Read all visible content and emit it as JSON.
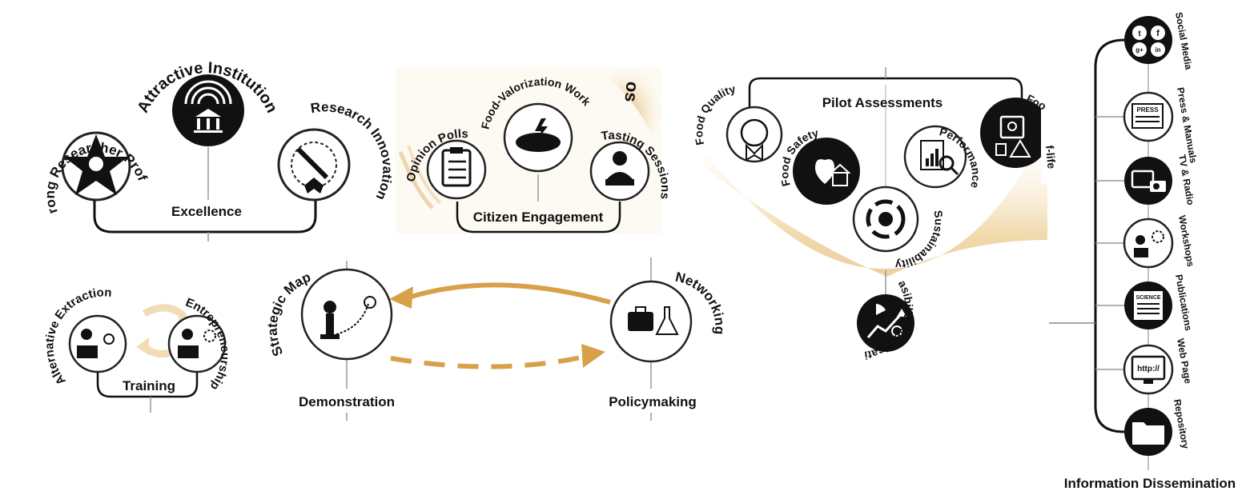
{
  "excellence": {
    "title": "Excellence",
    "nodes": [
      "Strong Researcher Profile",
      "Attractive Institution",
      "Research Innovation"
    ]
  },
  "citizen_engagement": {
    "title": "Citizen Engagement",
    "fragment": "os",
    "nodes": [
      "Opinion Polls",
      "Green Food-Valorization Workshops",
      "Tasting Sessions"
    ]
  },
  "training": {
    "title": "Training",
    "nodes": [
      "Alternative Extraction",
      "Entrepreneurship"
    ]
  },
  "demonstration": {
    "title": "Demonstration",
    "node": "Strategic Map"
  },
  "policymaking": {
    "title": "Policymaking",
    "node": "Networking"
  },
  "pilot_assessments": {
    "title": "Pilot Assessments",
    "nodes": [
      "Food Quality",
      "Food Safety",
      "Sustainability",
      "Performance",
      "Food Shelf-life"
    ],
    "food_shelf_life_visible": [
      "Foo",
      "f-life"
    ],
    "feasibility": "Feasibility Verification"
  },
  "information_dissemination": {
    "title": "Information Dissemination",
    "channels": [
      "Social Media",
      "Press & Manuals",
      "TV & Radio",
      "Workshops",
      "Publications",
      "Web Page",
      "Repository"
    ],
    "icon_text": {
      "press": "PRESS",
      "science": "SCIENCE",
      "http": "http://",
      "twitter": "t",
      "facebook": "f",
      "googleplus": "g+",
      "linkedin": "in"
    }
  },
  "colors": {
    "ink": "#111111",
    "accent": "#d9a04a",
    "accent_soft": "#f1dcb6",
    "line": "#888888"
  }
}
